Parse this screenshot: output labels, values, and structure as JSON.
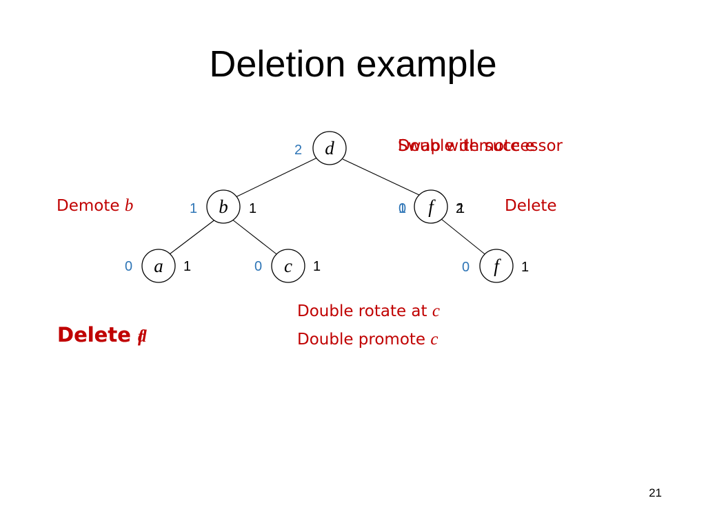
{
  "slide": {
    "title": "Deletion example",
    "page_number": "21"
  },
  "tree": {
    "nodes": [
      {
        "id": "d",
        "label": "d",
        "rank_left": "2",
        "rank_right": ""
      },
      {
        "id": "b",
        "label": "b",
        "rank_left": "1",
        "rank_right": "1"
      },
      {
        "id": "f_top",
        "label": "f",
        "rank_left": "0",
        "rank_left_overlay": "1",
        "rank_right": "2",
        "rank_right_overlay": "1"
      },
      {
        "id": "a",
        "label": "a",
        "rank_left": "0",
        "rank_right": "1"
      },
      {
        "id": "c",
        "label": "c",
        "rank_left": "0",
        "rank_right": "1"
      },
      {
        "id": "f_bottom",
        "label": "f",
        "rank_left": "0",
        "rank_right": "1"
      }
    ],
    "edges": [
      [
        "d",
        "b"
      ],
      [
        "d",
        "f_top"
      ],
      [
        "b",
        "a"
      ],
      [
        "b",
        "c"
      ],
      [
        "f_top",
        "f_bottom"
      ]
    ]
  },
  "annotations": {
    "swap": "Swap with successor",
    "double_demote": "Double demote e",
    "demote_b_prefix": "Demote",
    "demote_b_var": "b",
    "delete": "Delete",
    "double_rotate_prefix": "Double rotate at",
    "double_rotate_var": "c",
    "double_promote_prefix": "Double promote",
    "double_promote_var": "c",
    "delete_main_prefix": "Delete",
    "delete_main_var_1": "d",
    "delete_main_var_2": "f"
  },
  "colors": {
    "annotation": "#c00000",
    "rank": "#2e75b6",
    "text": "#000000"
  }
}
